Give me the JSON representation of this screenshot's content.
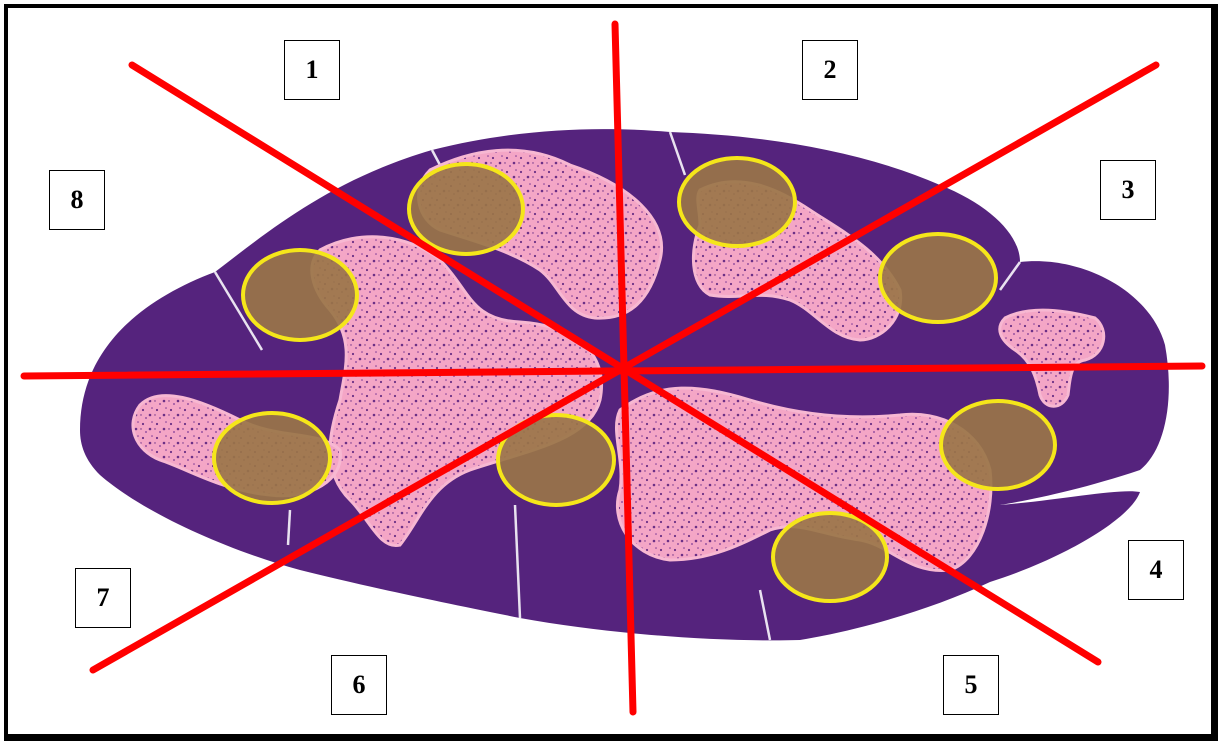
{
  "colors": {
    "background": "#ffffff",
    "tissue": "#55237d",
    "cortex": "#f4a6c6",
    "region_fill": "#9a7548",
    "region_outline": "#f5e61a",
    "dividing_lines": "#ff0000",
    "label_border": "#000000"
  },
  "segments": [
    {
      "label": "1"
    },
    {
      "label": "2"
    },
    {
      "label": "3"
    },
    {
      "label": "4"
    },
    {
      "label": "5"
    },
    {
      "label": "6"
    },
    {
      "label": "7"
    },
    {
      "label": "8"
    }
  ],
  "highlighted_region_count": 8
}
